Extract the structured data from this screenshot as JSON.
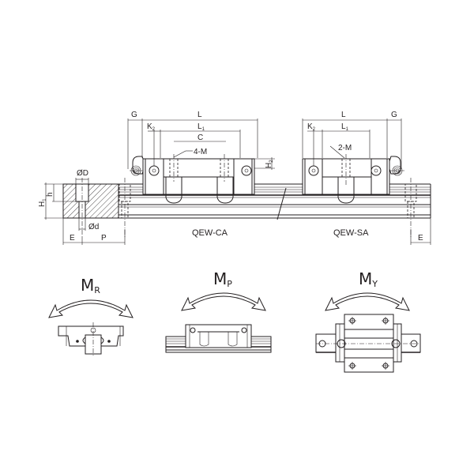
{
  "drawing": {
    "title": "Linear guide block dimension drawing",
    "colors": {
      "line": "#231f20",
      "background": "#ffffff"
    }
  },
  "models": {
    "ca": {
      "label": "QEW-CA",
      "tap_label": "4-M"
    },
    "sa": {
      "label": "QEW-SA",
      "tap_label": "2-M"
    }
  },
  "dimensions": {
    "G": "G",
    "L": "L",
    "L1_main": "L",
    "L1_sub": "1",
    "K2_main": "K",
    "K2_sub": "2",
    "C": "C",
    "H2_main": "H",
    "H2_sub": "2",
    "H1_main": "H",
    "H1_sub": "1",
    "h": "h",
    "D": "ØD",
    "d": "Ød",
    "E": "E",
    "P": "P"
  },
  "moments": [
    {
      "main": "M",
      "sub": "R",
      "view": "front-section"
    },
    {
      "main": "M",
      "sub": "P",
      "view": "side"
    },
    {
      "main": "M",
      "sub": "Y",
      "view": "top"
    }
  ]
}
